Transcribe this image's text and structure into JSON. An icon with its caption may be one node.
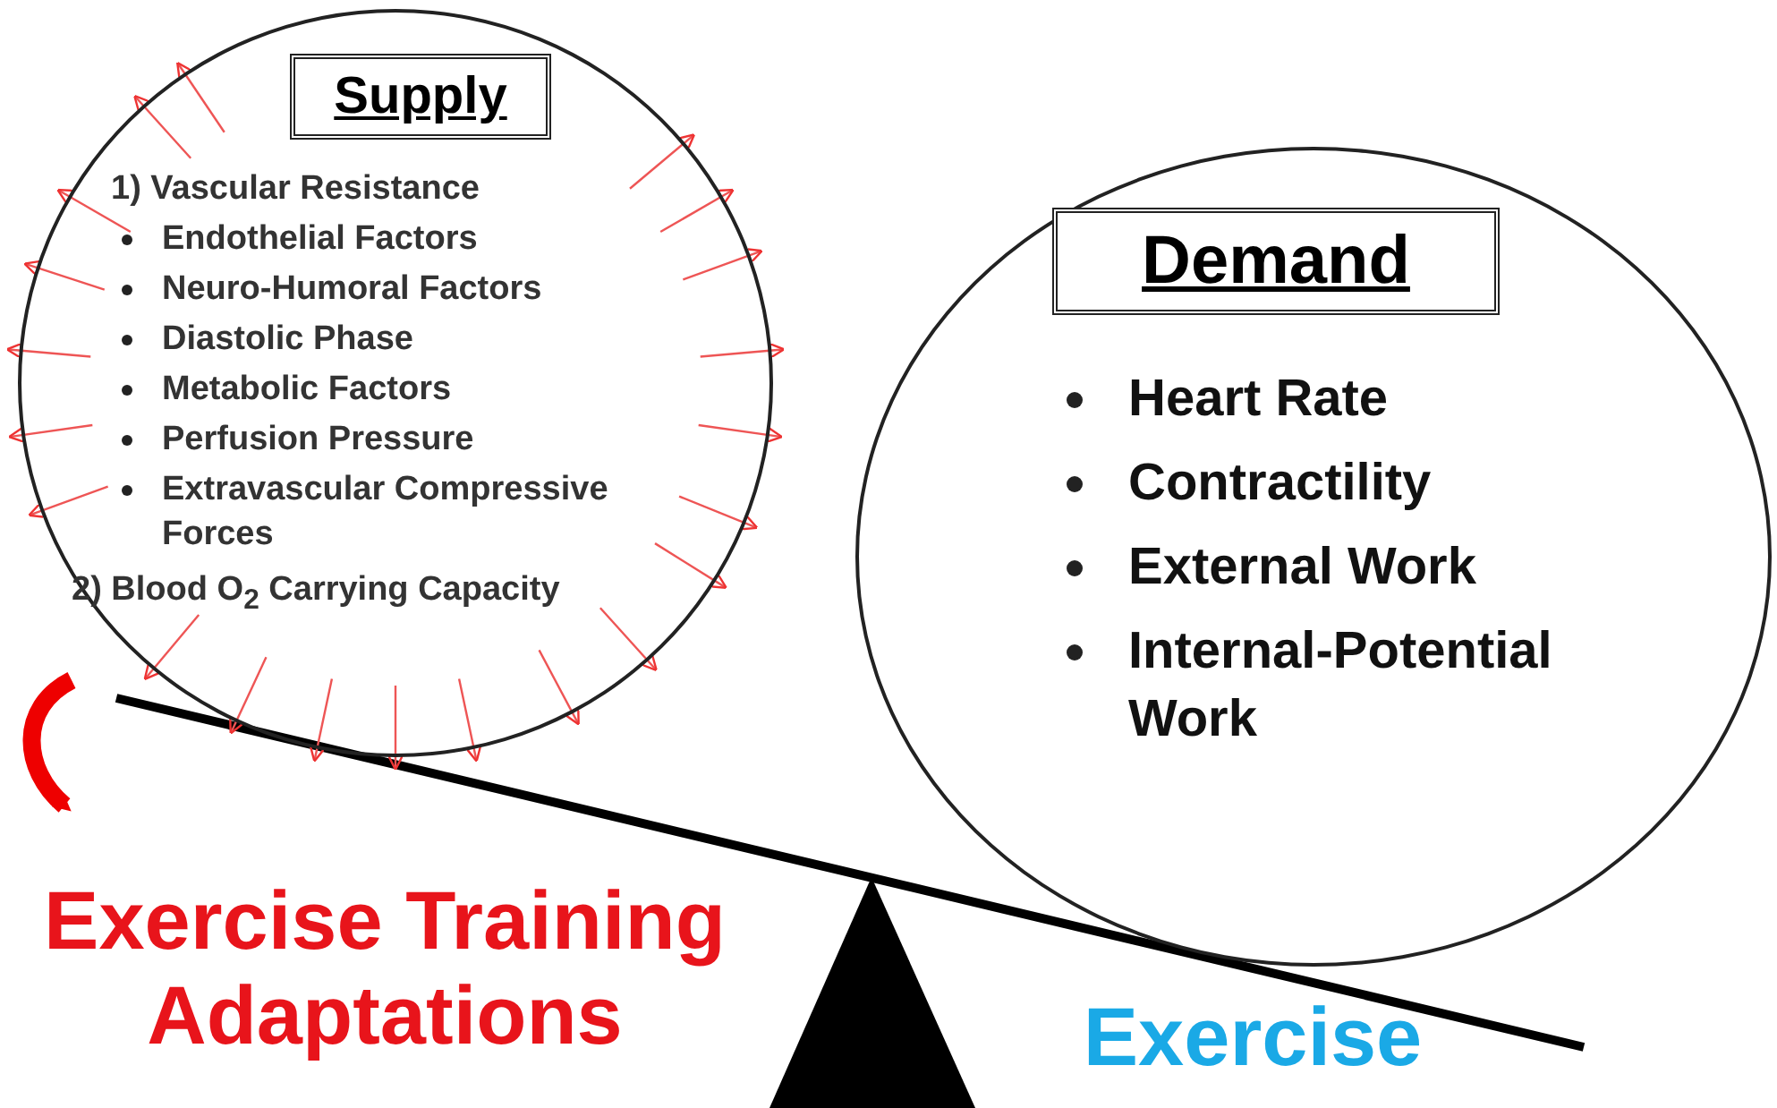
{
  "diagram": {
    "nodes": [
      {
        "text": [
          "1) Vascular Resistance",
          "Endothelial Factors",
          "Neuro-Humoral Factors",
          "Diastolic Phase",
          "Metabolic Factors",
          "Perfusion Pressure",
          "Extravascular Compressive Forces",
          "2) Blood O$_{2}$ Carrying Capacity"
        ]
      },
      {
        "text": [
          "Supply"
        ],
        "in": 0
      },
      {
        "text": [
          "Heart Rate",
          "Contractility",
          "External Work",
          "Internal-Potential Work"
        ]
      },
      {
        "text": [
          "Demand"
        ],
        "in": 2
      }
    ],
    "edges": [],
    "labels": [
      "Exercise Training Adaptations",
      "Exercise"
    ]
  }
}
